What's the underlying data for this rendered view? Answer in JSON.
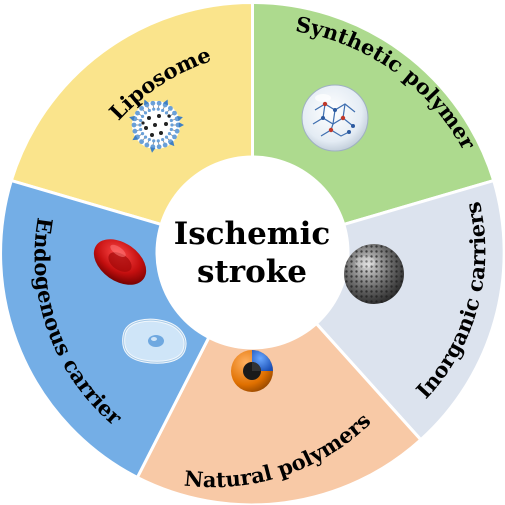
{
  "center": {
    "line1": "Ischemic",
    "line2": "stroke"
  },
  "colors": {
    "liposome": "#FAE48C",
    "synthetic_polymer": "#ADDA8E",
    "inorganic_carriers": "#DCE3EE",
    "natural_polymers": "#F8C9A6",
    "endogenous_carrier": "#74AEE6",
    "separator": "#ffffff",
    "center_fill": "#ffffff"
  },
  "segments": [
    {
      "key": "liposome",
      "label": "Liposome",
      "icon": "liposome-icon"
    },
    {
      "key": "synthetic_polymer",
      "label": "Synthetic polymer",
      "icon": "polymer-nanoparticle-icon"
    },
    {
      "key": "inorganic_carriers",
      "label": "Inorganic carriers",
      "icon": "mesoporous-sphere-icon"
    },
    {
      "key": "natural_polymers",
      "label": "Natural polymers",
      "icon": "core-shell-sphere-icon"
    },
    {
      "key": "endogenous_carrier",
      "label": "Endogenous carrier",
      "icon": "red-blood-cell-icon"
    }
  ]
}
